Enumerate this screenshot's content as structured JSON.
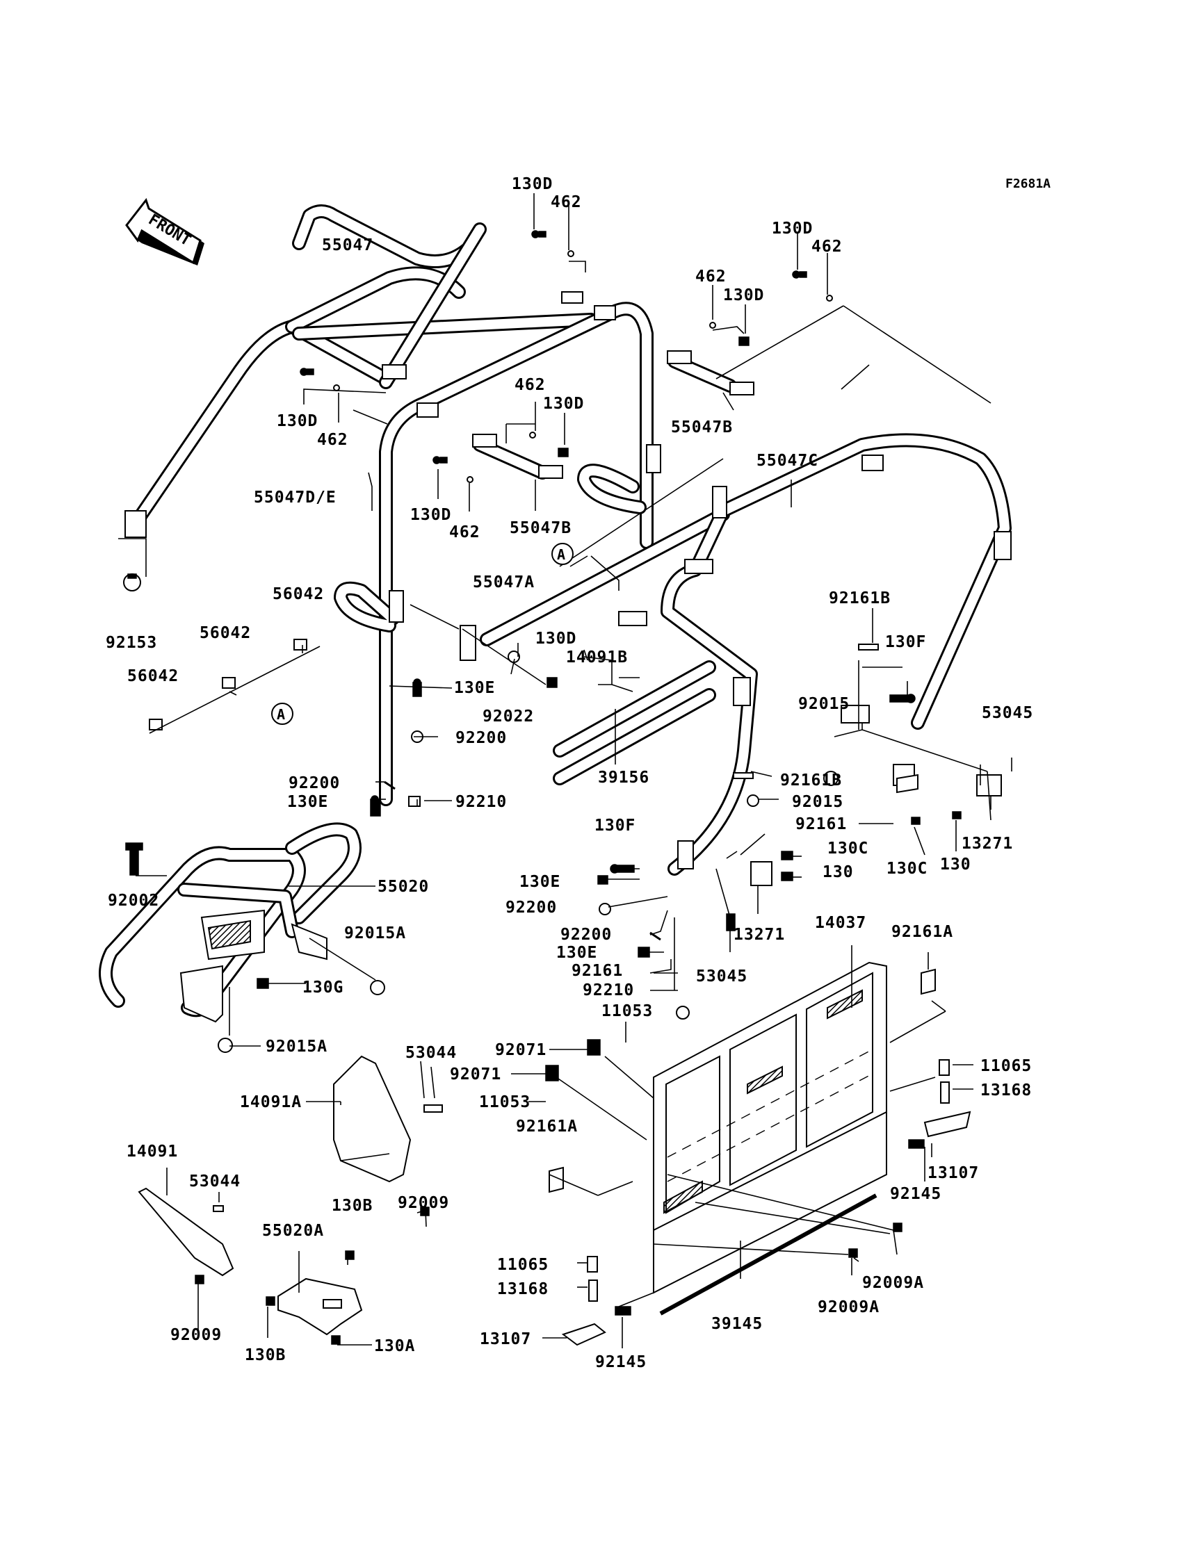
{
  "figure_code": "F2681A",
  "front_label": "FRONT",
  "ref_marks": [
    "A",
    "A"
  ],
  "labels": {
    "l_55047": "55047",
    "l_130D_a": "130D",
    "l_462_a": "462",
    "l_130D_b": "130D",
    "l_462_b": "462",
    "l_462_c": "462",
    "l_130D_c": "130D",
    "l_55047B_a": "55047B",
    "l_130D_d": "130D",
    "l_462_d": "462",
    "l_462_e": "462",
    "l_130D_e": "130D",
    "l_55047DE": "55047D/E",
    "l_130D_f": "130D",
    "l_462_f": "462",
    "l_55047B_b": "55047B",
    "l_55047C": "55047C",
    "l_92153": "92153",
    "l_56042_a": "56042",
    "l_56042_b": "56042",
    "l_56042_c": "56042",
    "l_55047A": "55047A",
    "l_130D_g": "130D",
    "l_14091B": "14091B",
    "l_92161B_a": "92161B",
    "l_130F_a": "130F",
    "l_92015_a": "92015",
    "l_53045_a": "53045",
    "l_130E_a": "130E",
    "l_92022": "92022",
    "l_92200_a": "92200",
    "l_39156": "39156",
    "l_92161B_b": "92161B",
    "l_92015_b": "92015",
    "l_92161_a": "92161",
    "l_92200_b": "92200",
    "l_130E_b": "130E",
    "l_92210_a": "92210",
    "l_130F_b": "130F",
    "l_130C_a": "130C",
    "l_130_a": "130",
    "l_130C_b": "130C",
    "l_130_b": "130",
    "l_13271_a": "13271",
    "l_92002": "92002",
    "l_55020": "55020",
    "l_130E_c": "130E",
    "l_92200_c": "92200",
    "l_13271_b": "13271",
    "l_14037": "14037",
    "l_92161A_a": "92161A",
    "l_92015A_a": "92015A",
    "l_92200_d": "92200",
    "l_130E_d": "130E",
    "l_92161_b": "92161",
    "l_53045_b": "53045",
    "l_130G": "130G",
    "l_92210_b": "92210",
    "l_11053_a": "11053",
    "l_92015A_b": "92015A",
    "l_92071_a": "92071",
    "l_53044_a": "53044",
    "l_11065_a": "11065",
    "l_92071_b": "92071",
    "l_13168_a": "13168",
    "l_14091A": "14091A",
    "l_11053_b": "11053",
    "l_92161A_b": "92161A",
    "l_14091": "14091",
    "l_13107_a": "13107",
    "l_53044_b": "53044",
    "l_92009_a": "92009",
    "l_92145_a": "92145",
    "l_130B_a": "130B",
    "l_55020A": "55020A",
    "l_11065_b": "11065",
    "l_92009A_a": "92009A",
    "l_13168_b": "13168",
    "l_92009A_b": "92009A",
    "l_39145": "39145",
    "l_13107_b": "13107",
    "l_92009_b": "92009",
    "l_130B_b": "130B",
    "l_130A": "130A",
    "l_92145_b": "92145"
  }
}
